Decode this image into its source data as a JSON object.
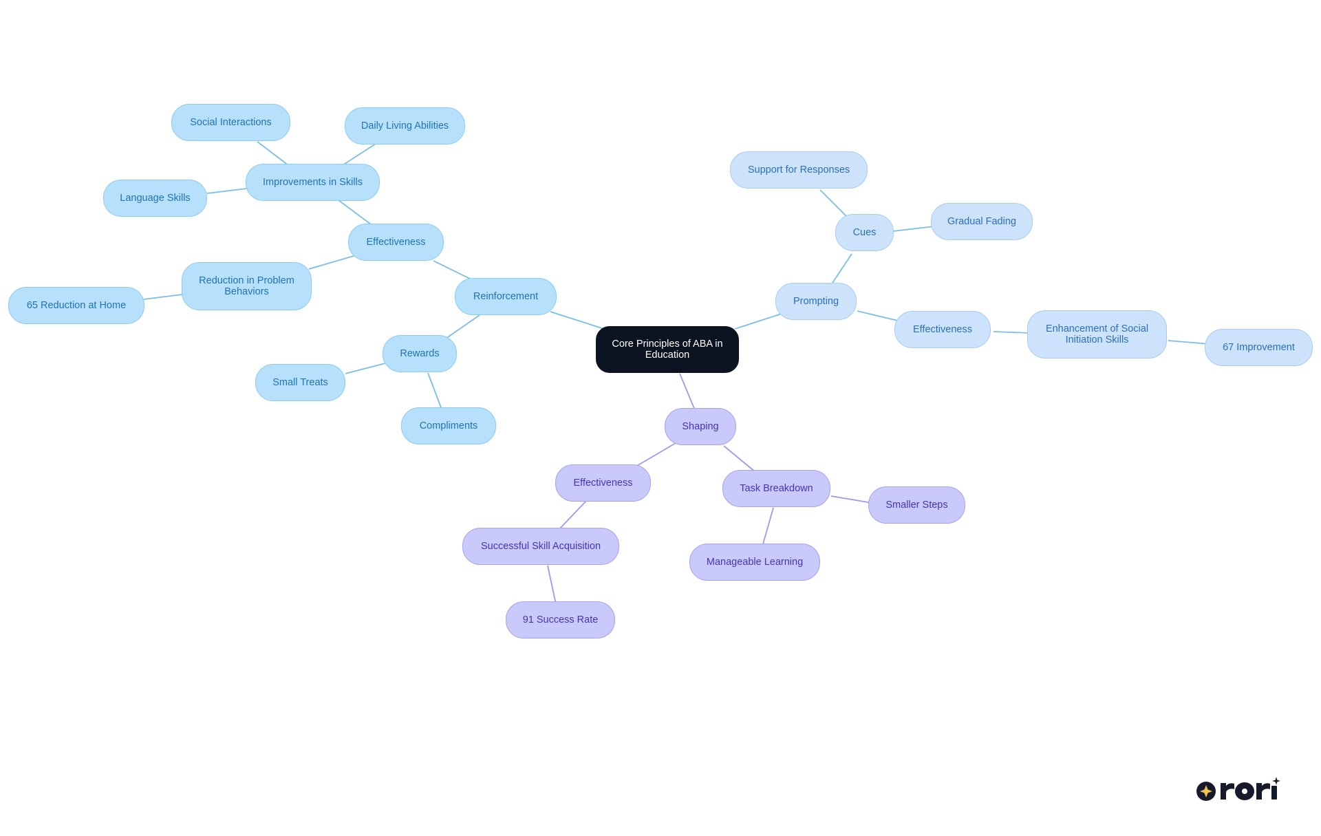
{
  "diagram": {
    "root": "Core Principles of ABA in Education",
    "branches": {
      "reinforcement": {
        "label": "Reinforcement",
        "effectiveness": {
          "label": "Effectiveness",
          "improvements": {
            "label": "Improvements in Skills",
            "social": "Social Interactions",
            "daily": "Daily Living Abilities",
            "language": "Language Skills"
          },
          "reduction": {
            "label": "Reduction in Problem Behaviors",
            "home": "65 Reduction at Home"
          }
        },
        "rewards": {
          "label": "Rewards",
          "treats": "Small Treats",
          "compliments": "Compliments"
        }
      },
      "prompting": {
        "label": "Prompting",
        "cues": {
          "label": "Cues",
          "support": "Support for Responses",
          "fading": "Gradual Fading"
        },
        "effectiveness": {
          "label": "Effectiveness",
          "social": {
            "label": "Enhancement of Social Initiation Skills",
            "improvement": "67 Improvement"
          }
        }
      },
      "shaping": {
        "label": "Shaping",
        "effectiveness": {
          "label": "Effectiveness",
          "acquisition": {
            "label": "Successful Skill Acquisition",
            "rate": "91 Success Rate"
          }
        },
        "task": {
          "label": "Task Breakdown",
          "steps": "Smaller Steps",
          "manageable": "Manageable Learning"
        }
      }
    }
  },
  "colors": {
    "root": "#0c1320",
    "reinforcement": "#b6e0fb",
    "prompting": "#cde3fb",
    "shaping": "#c9c9fb",
    "edge_blue": "#79bde9",
    "edge_lavender": "#9a9af0"
  },
  "logo": {
    "name": "rori"
  }
}
